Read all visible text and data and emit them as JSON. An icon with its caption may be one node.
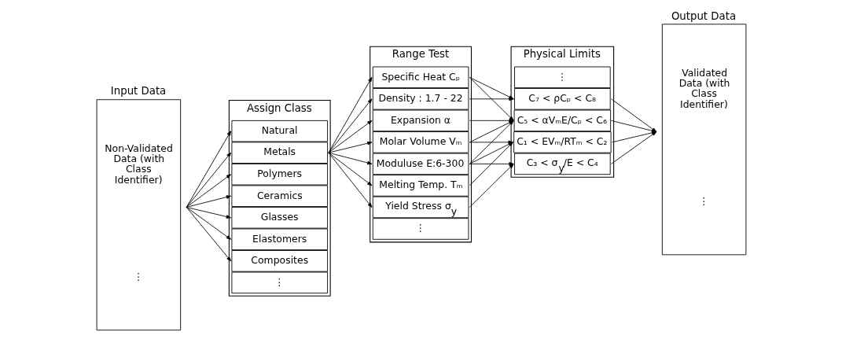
{
  "diagram": {
    "nodes": [
      {
        "text": [
          "Input Data",
          "Non-Validated Data (with Class Identifier)",
          "⋮"
        ]
      },
      {
        "text": [
          "Assign Class"
        ]
      },
      {
        "text": [
          "Metals"
        ],
        "in": 1
      },
      {
        "text": [
          "Polymers"
        ],
        "in": 1
      },
      {
        "text": [
          "Ceramics"
        ],
        "in": 1
      },
      {
        "text": [
          "Glasses"
        ],
        "in": 1
      },
      {
        "text": [
          "Elastomers"
        ],
        "in": 1
      },
      {
        "text": [
          "Composites"
        ],
        "in": 1
      },
      {
        "text": [
          "Natural"
        ],
        "in": 1
      },
      {
        "text": [
          "⋮"
        ],
        "in": 1
      },
      {
        "text": [
          "Range Test"
        ]
      },
      {
        "text": [
          "Moduluse E:6-300"
        ],
        "in": 10
      },
      {
        "text": [
          "Density : 1.7 - 22"
        ],
        "in": 10
      },
      {
        "text": [
          "Melting Temp. Tₘ"
        ],
        "in": 10
      },
      {
        "text": [
          "Molar Volume Vₘ"
        ],
        "in": 10
      },
      {
        "text": [
          "Yield Stress σ$_{y}$"
        ],
        "in": 10
      },
      {
        "text": [
          "Expansion α"
        ],
        "in": 10
      },
      {
        "text": [
          "Specific Heat Cₚ"
        ],
        "in": 10
      },
      {
        "text": [
          "⋮"
        ],
        "in": 10
      },
      {
        "text": [
          "Physical Limits"
        ]
      },
      {
        "text": [
          "C₁ < EVₘ/RTₘ < C₂"
        ],
        "in": 19
      },
      {
        "text": [
          "C₃ < σ$_{y}$/E < C₄"
        ],
        "in": 19
      },
      {
        "text": [
          "C₅ < αVₘE/Cₚ < C₆"
        ],
        "in": 19
      },
      {
        "text": [
          "C₇ < ρCₚ < C₈"
        ],
        "in": 19
      },
      {
        "text": [
          "⋮"
        ],
        "in": 19
      },
      {
        "text": [
          "Output Data",
          "Validated Data (with Class Identifier)",
          "⋮"
        ]
      }
    ],
    "edges": [
      {
        "from": 0,
        "to": 2,
        "arrow": "to"
      },
      {
        "from": 0,
        "to": 3,
        "arrow": "to"
      },
      {
        "from": 0,
        "to": 4,
        "arrow": "to"
      },
      {
        "from": 0,
        "to": 5,
        "arrow": "to"
      },
      {
        "from": 0,
        "to": 6,
        "arrow": "to"
      },
      {
        "from": 0,
        "to": 7,
        "arrow": "to"
      },
      {
        "from": 0,
        "to": 8,
        "arrow": "to"
      },
      {
        "from": 2,
        "to": 11,
        "arrow": "to"
      },
      {
        "from": 2,
        "to": 12,
        "arrow": "to"
      },
      {
        "from": 2,
        "to": 13,
        "arrow": "to"
      },
      {
        "from": 2,
        "to": 14,
        "arrow": "to"
      },
      {
        "from": 2,
        "to": 15,
        "arrow": "to"
      },
      {
        "from": 2,
        "to": 16,
        "arrow": "to"
      },
      {
        "from": 2,
        "to": 17,
        "arrow": "to"
      },
      {
        "from": 11,
        "to": 20,
        "arrow": "to"
      },
      {
        "from": 13,
        "to": 20,
        "arrow": "to"
      },
      {
        "from": 14,
        "to": 20,
        "arrow": "to"
      },
      {
        "from": 11,
        "to": 21,
        "arrow": "to"
      },
      {
        "from": 15,
        "to": 21,
        "arrow": "to"
      },
      {
        "from": 11,
        "to": 22,
        "arrow": "to"
      },
      {
        "from": 14,
        "to": 22,
        "arrow": "to"
      },
      {
        "from": 16,
        "to": 22,
        "arrow": "to"
      },
      {
        "from": 17,
        "to": 22,
        "arrow": "to"
      },
      {
        "from": 12,
        "to": 23,
        "arrow": "to"
      },
      {
        "from": 17,
        "to": 23,
        "arrow": "to"
      },
      {
        "from": 20,
        "to": 25,
        "arrow": "to"
      },
      {
        "from": 21,
        "to": 25,
        "arrow": "to"
      },
      {
        "from": 22,
        "to": 25,
        "arrow": "to"
      },
      {
        "from": 23,
        "to": 25,
        "arrow": "to"
      }
    ]
  }
}
